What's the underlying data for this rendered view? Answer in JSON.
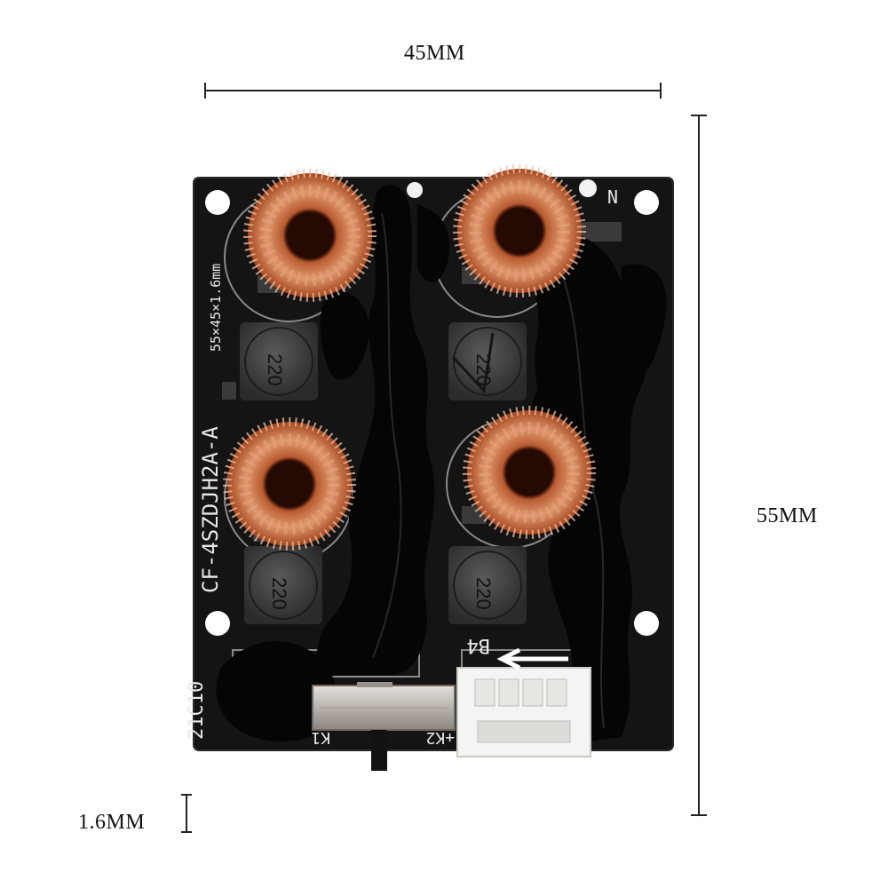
{
  "dimensions": {
    "width_label": "45MM",
    "height_label": "55MM",
    "thickness_label": "1.6MM"
  },
  "board": {
    "model_text": "CF-4SZDJH2A-A",
    "size_text": "55×45×1.6mm",
    "date_text": "21C10",
    "inductor_marking": "220",
    "label_b4": "B4",
    "label_k1": "K1",
    "label_k2": "+K2",
    "label_n": "N"
  },
  "colors": {
    "pcb": "#141414",
    "copper": "#c8683a",
    "potting": "#050505"
  }
}
